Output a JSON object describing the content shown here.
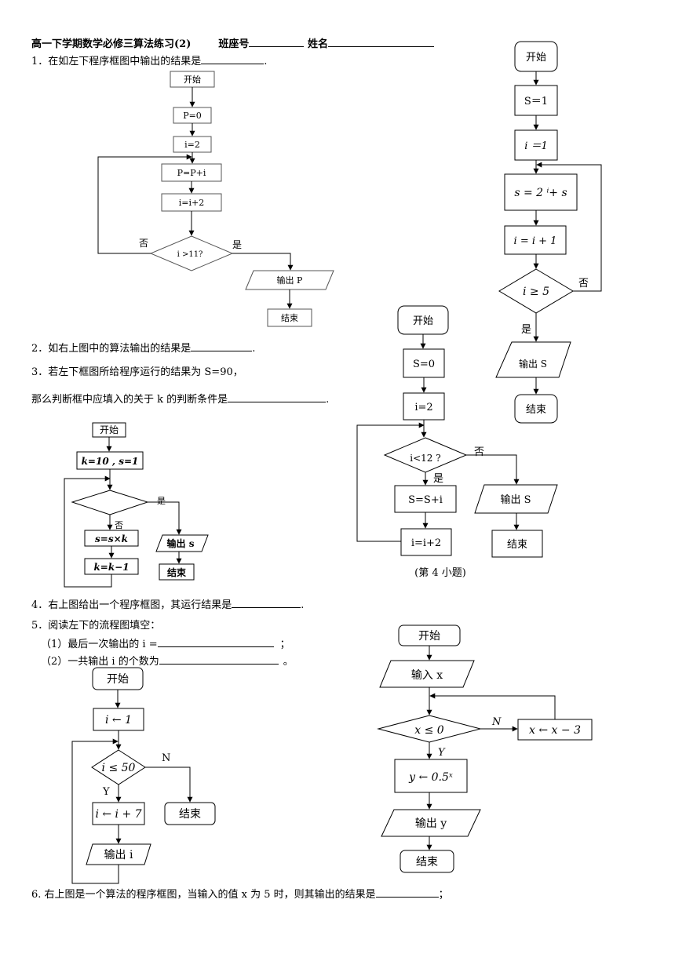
{
  "header": {
    "title": "高一下学期数学必修三算法练习(2)",
    "class_seat_label": "班座号",
    "name_label": "姓名"
  },
  "questions": {
    "q1": {
      "text": "1．在如左下程序框图中输出的结果是",
      "end": "."
    },
    "q2": {
      "text": "2．如右上图中的算法输出的结果是",
      "end": "."
    },
    "q3": {
      "line1": "3．若左下框图所给程序运行的结果为 S=90，",
      "line2": "那么判断框中应填入的关于 k 的判断条件是",
      "end": "."
    },
    "q4": {
      "text": "4．右上图给出一个程序框图，其运行结果是",
      "end": "."
    },
    "q5": {
      "title": "5．阅读左下的流程图填空：",
      "part1": "（1）最后一次输出的 i =",
      "part1_end": "；",
      "part2": "（2）一共输出 i 的个数为",
      "part2_end": "。"
    },
    "q6": {
      "text": "6. 右上图是一个算法的程序框图，当输入的值 x 为 5 时，则其输出的结果是",
      "end": "；"
    }
  },
  "flow1": {
    "start": "开始",
    "p0": "P=0",
    "i2": "i=2",
    "pp": "P=P+i",
    "ii": "i=i+2",
    "cond": "i >11?",
    "no": "否",
    "yes": "是",
    "output": "输出 P",
    "end": "结束"
  },
  "flow2": {
    "start": "开始",
    "s1": "S＝1",
    "i1": "i ＝1",
    "update_s": "s = 2 ⁱ+ s",
    "update_i": "i = i + 1",
    "cond": "i ≥ 5",
    "no": "否",
    "yes": "是",
    "output": "输出 S",
    "end": "结束"
  },
  "flow3": {
    "start": "开始",
    "init": "k=10 , s=1",
    "yes": "是",
    "no": "否",
    "mult": "s=s×k",
    "dec": "k=k−1",
    "output": "输出 s",
    "end": "结束"
  },
  "flow4": {
    "start": "开始",
    "s0": "S=0",
    "i2": "i=2",
    "cond": "i<12 ?",
    "no": "否",
    "yes": "是",
    "ss": "S=S+i",
    "ii": "i=i+2",
    "output": "输出 S",
    "end": "结束",
    "caption": "(第 4 小题)"
  },
  "flow5": {
    "start": "开始",
    "init": "i ← 1",
    "cond": "i ≤ 50",
    "no": "N",
    "yes": "Y",
    "update": "i ← i + 7",
    "end": "结束",
    "output": "输出 i"
  },
  "flow6": {
    "start": "开始",
    "input": "输入 x",
    "cond": "x ≤ 0",
    "no": "N",
    "yes": "Y",
    "update": "x ← x − 3",
    "assign": "y ← 0.5ˣ",
    "output": "输出 y",
    "end": "结束"
  }
}
